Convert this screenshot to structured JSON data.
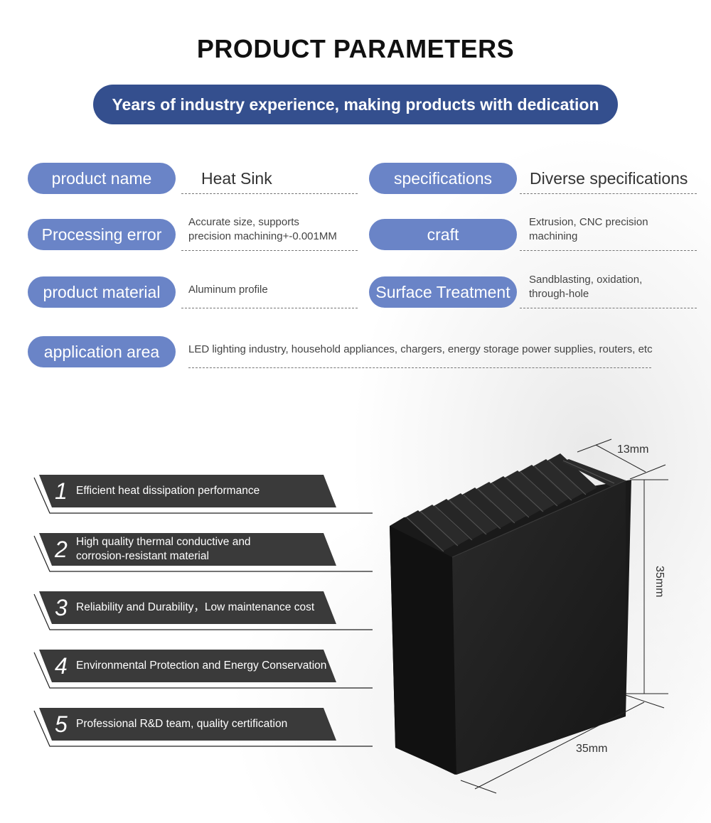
{
  "title": "PRODUCT PARAMETERS",
  "banner": "Years of industry experience, making products with dedication",
  "params": {
    "product_name": {
      "label": "product name",
      "value": "Heat Sink"
    },
    "specifications": {
      "label": "specifications",
      "value": "Diverse specifications"
    },
    "processing_error": {
      "label": "Processing error",
      "value_line1": "Accurate size, supports",
      "value_line2": "precision machining+-0.001MM"
    },
    "craft": {
      "label": "craft",
      "value_line1": "Extrusion, CNC precision",
      "value_line2": "machining"
    },
    "product_material": {
      "label": "product material",
      "value": "Aluminum profile"
    },
    "surface_treatment": {
      "label": "Surface Treatment",
      "value_line1": "Sandblasting, oxidation,",
      "value_line2": "through-hole"
    },
    "application_area": {
      "label": "application area",
      "value": "LED lighting industry, household appliances, chargers, energy storage power supplies, routers, etc"
    }
  },
  "features": [
    {
      "num": "1",
      "line1": "Efficient heat dissipation performance",
      "line2": ""
    },
    {
      "num": "2",
      "line1": "High quality thermal conductive and",
      "line2": "corrosion-resistant material"
    },
    {
      "num": "3",
      "line1": "Reliability and Durability，Low maintenance cost",
      "line2": ""
    },
    {
      "num": "4",
      "line1": "Environmental Protection and Energy Conservation",
      "line2": ""
    },
    {
      "num": "5",
      "line1": "Professional R&D team, quality certification",
      "line2": ""
    }
  ],
  "dimensions": {
    "depth": "13mm",
    "height": "35mm",
    "width": "35mm"
  },
  "colors": {
    "banner": "#344f8e",
    "pill": "#6a84c7",
    "feature_bar": "#3a3a3a",
    "product": "#1c1c1c"
  }
}
